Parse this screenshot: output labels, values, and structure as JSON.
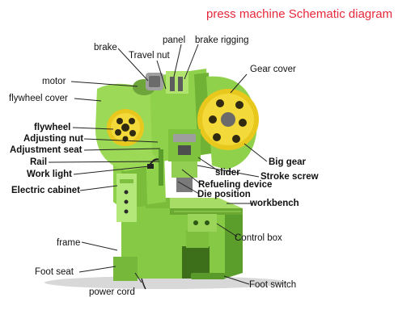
{
  "title": "press machine Schematic diagram",
  "labels": {
    "brake": "brake",
    "panel": "panel",
    "brake_rigging": "brake rigging",
    "travel_nut": "Travel nut",
    "gear_cover": "Gear cover",
    "motor": "motor",
    "flywheel_cover": "flywheel cover",
    "flywheel": "flywheel",
    "adjusting_nut": "Adjusting nut",
    "adjustment_seat": "Adjustment seat",
    "big_gear": "Big gear",
    "rail": "Rail",
    "work_light": "Work light",
    "slider": "slider",
    "stroke_screw": "Stroke screw",
    "refueling_device": "Refueling device",
    "electric_cabinet": "Electric cabinet",
    "die_position": "Die position",
    "workbench": "workbench",
    "control_box": "Control box",
    "frame": "frame",
    "foot_seat": "Foot seat",
    "power_cord": "power cord",
    "foot_switch": "Foot switch"
  },
  "colors": {
    "machine_green": "#8fd14b",
    "machine_dark": "#4f8f25",
    "gear_yellow": "#e9c81e",
    "title_red": "#e8283a"
  }
}
